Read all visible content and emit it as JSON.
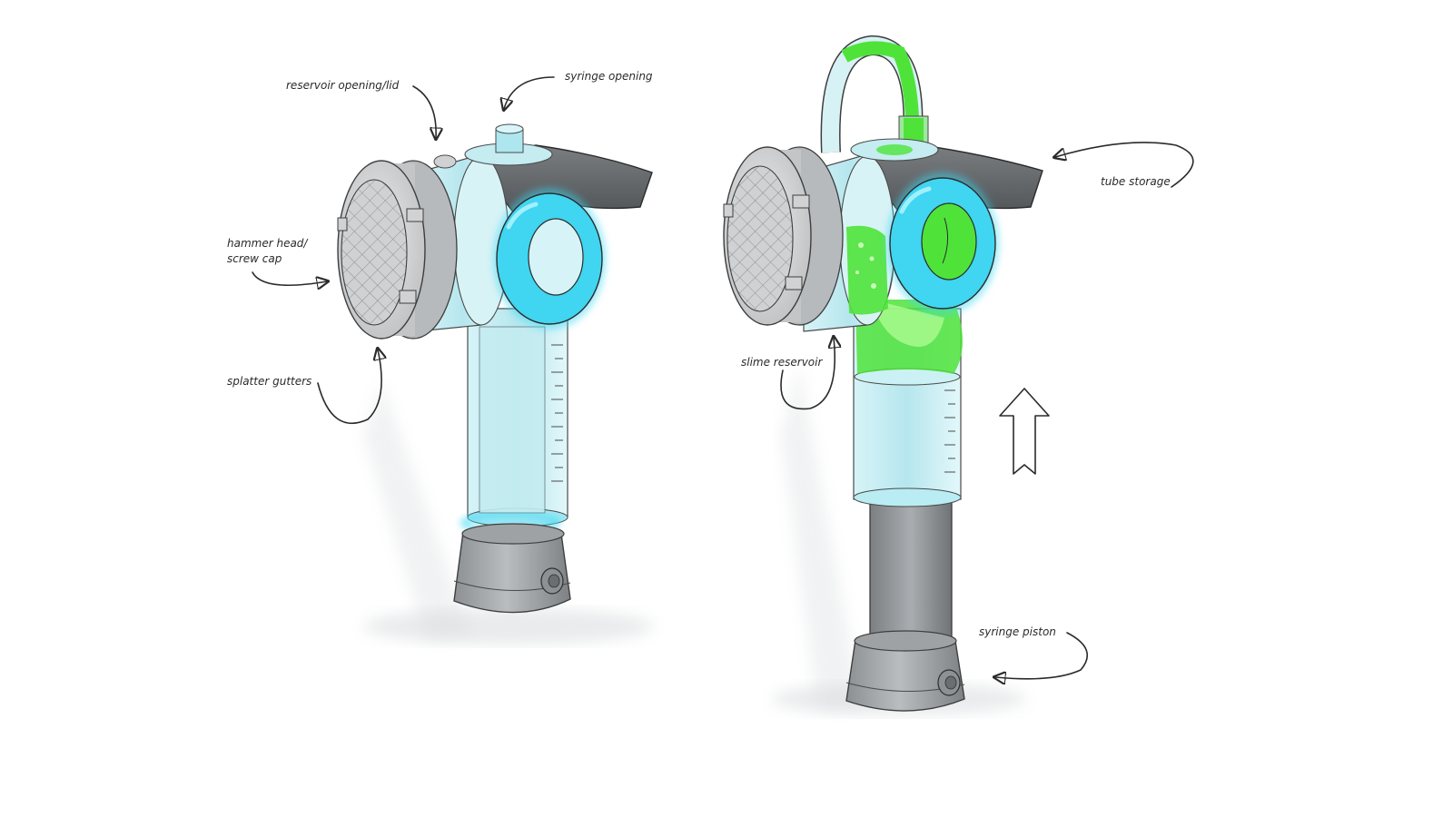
{
  "colors": {
    "accent_cyan": "#38d9f5",
    "glass": "#c9eef2",
    "grey_body": "#b4b8bb",
    "dark_grey": "#6e7275",
    "slime_green": "#4fe33a"
  },
  "labels": {
    "reservoir_opening": "reservoir opening/lid",
    "syringe_opening": "syringe opening",
    "hammer_head_line1": "hammer head/",
    "hammer_head_line2": "screw cap",
    "splatter_gutters": "splatter gutters",
    "tube_storage": "tube storage",
    "slime_reservoir": "slime reservoir",
    "syringe_piston": "syringe piston"
  }
}
